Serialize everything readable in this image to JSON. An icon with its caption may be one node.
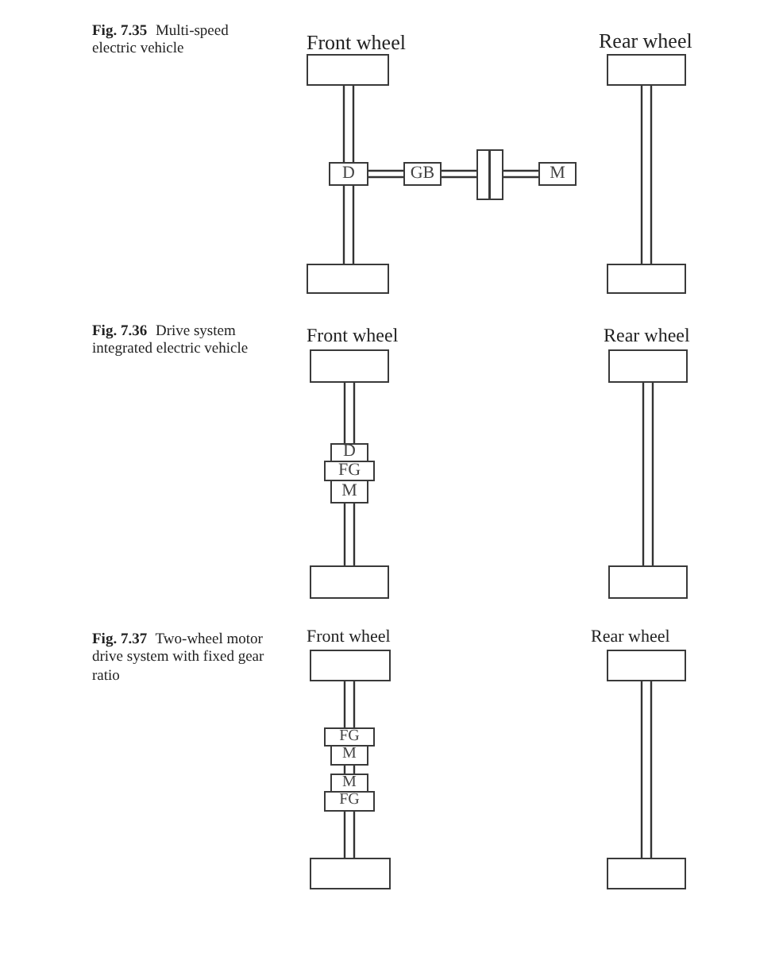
{
  "diagram": {
    "nodes": [
      {
        "text": [
          "Front wheel"
        ]
      },
      {
        "text": [
          "D"
        ]
      },
      {
        "text": [
          "GB"
        ]
      },
      {
        "text": [],
        "shape": "box"
      },
      {
        "text": [
          "M"
        ]
      },
      {
        "text": [],
        "shape": "box"
      },
      {
        "text": [
          "Rear wheel"
        ]
      },
      {
        "text": [],
        "shape": "box"
      },
      {
        "text": [
          "Front wheel"
        ]
      },
      {
        "text": [
          "D"
        ]
      },
      {
        "text": [
          "FG"
        ]
      },
      {
        "text": [
          "M"
        ]
      },
      {
        "text": [],
        "shape": "box"
      },
      {
        "text": [
          "Rear wheel"
        ]
      },
      {
        "text": [],
        "shape": "box"
      },
      {
        "text": [
          "Front wheel"
        ]
      },
      {
        "text": [
          "FG"
        ]
      },
      {
        "text": [
          "M"
        ]
      },
      {
        "text": [
          "M"
        ]
      },
      {
        "text": [
          "FG"
        ]
      },
      {
        "text": [],
        "shape": "box"
      },
      {
        "text": [
          "Rear wheel"
        ]
      },
      {
        "text": [],
        "shape": "box"
      }
    ],
    "edges": [
      {
        "from": 0,
        "to": 1,
        "arrow": "none"
      },
      {
        "from": 1,
        "to": 5,
        "arrow": "none"
      },
      {
        "from": 1,
        "to": 2,
        "arrow": "none"
      },
      {
        "from": 2,
        "to": 3,
        "arrow": "none"
      },
      {
        "from": 3,
        "to": 4,
        "arrow": "none"
      },
      {
        "from": 6,
        "to": 7,
        "arrow": "none"
      },
      {
        "from": 8,
        "to": 9,
        "arrow": "none"
      },
      {
        "from": 11,
        "to": 12,
        "arrow": "none"
      },
      {
        "from": 13,
        "to": 14,
        "arrow": "none"
      },
      {
        "from": 15,
        "to": 16,
        "arrow": "none"
      },
      {
        "from": 17,
        "to": 18,
        "arrow": "none"
      },
      {
        "from": 19,
        "to": 20,
        "arrow": "none"
      },
      {
        "from": 21,
        "to": 22,
        "arrow": "none"
      }
    ],
    "labels": [
      "**Fig. 7.35** Multi-speed electric vehicle",
      "**Fig. 7.36** Drive system integrated electric vehicle",
      "**Fig. 7.37** Two-wheel motor drive system with fixed gear ratio"
    ]
  }
}
